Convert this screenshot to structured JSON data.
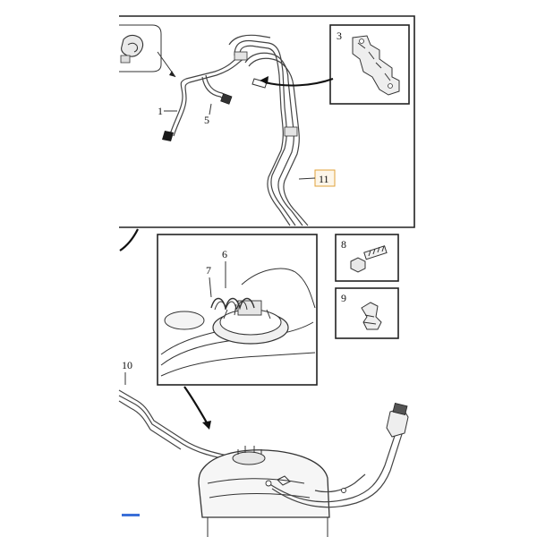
{
  "diagram": {
    "labels": {
      "p1": "1",
      "p3": "3",
      "p5": "5",
      "p6": "6",
      "p7": "7",
      "p8": "8",
      "p9": "9",
      "p10": "10",
      "p11": "11"
    },
    "highlighted_part": "11",
    "colors": {
      "line": "#222222",
      "highlight_border": "#e0a13a",
      "highlight_fill": "#fdf6e9",
      "accent_blue": "#3b6fd8"
    }
  }
}
